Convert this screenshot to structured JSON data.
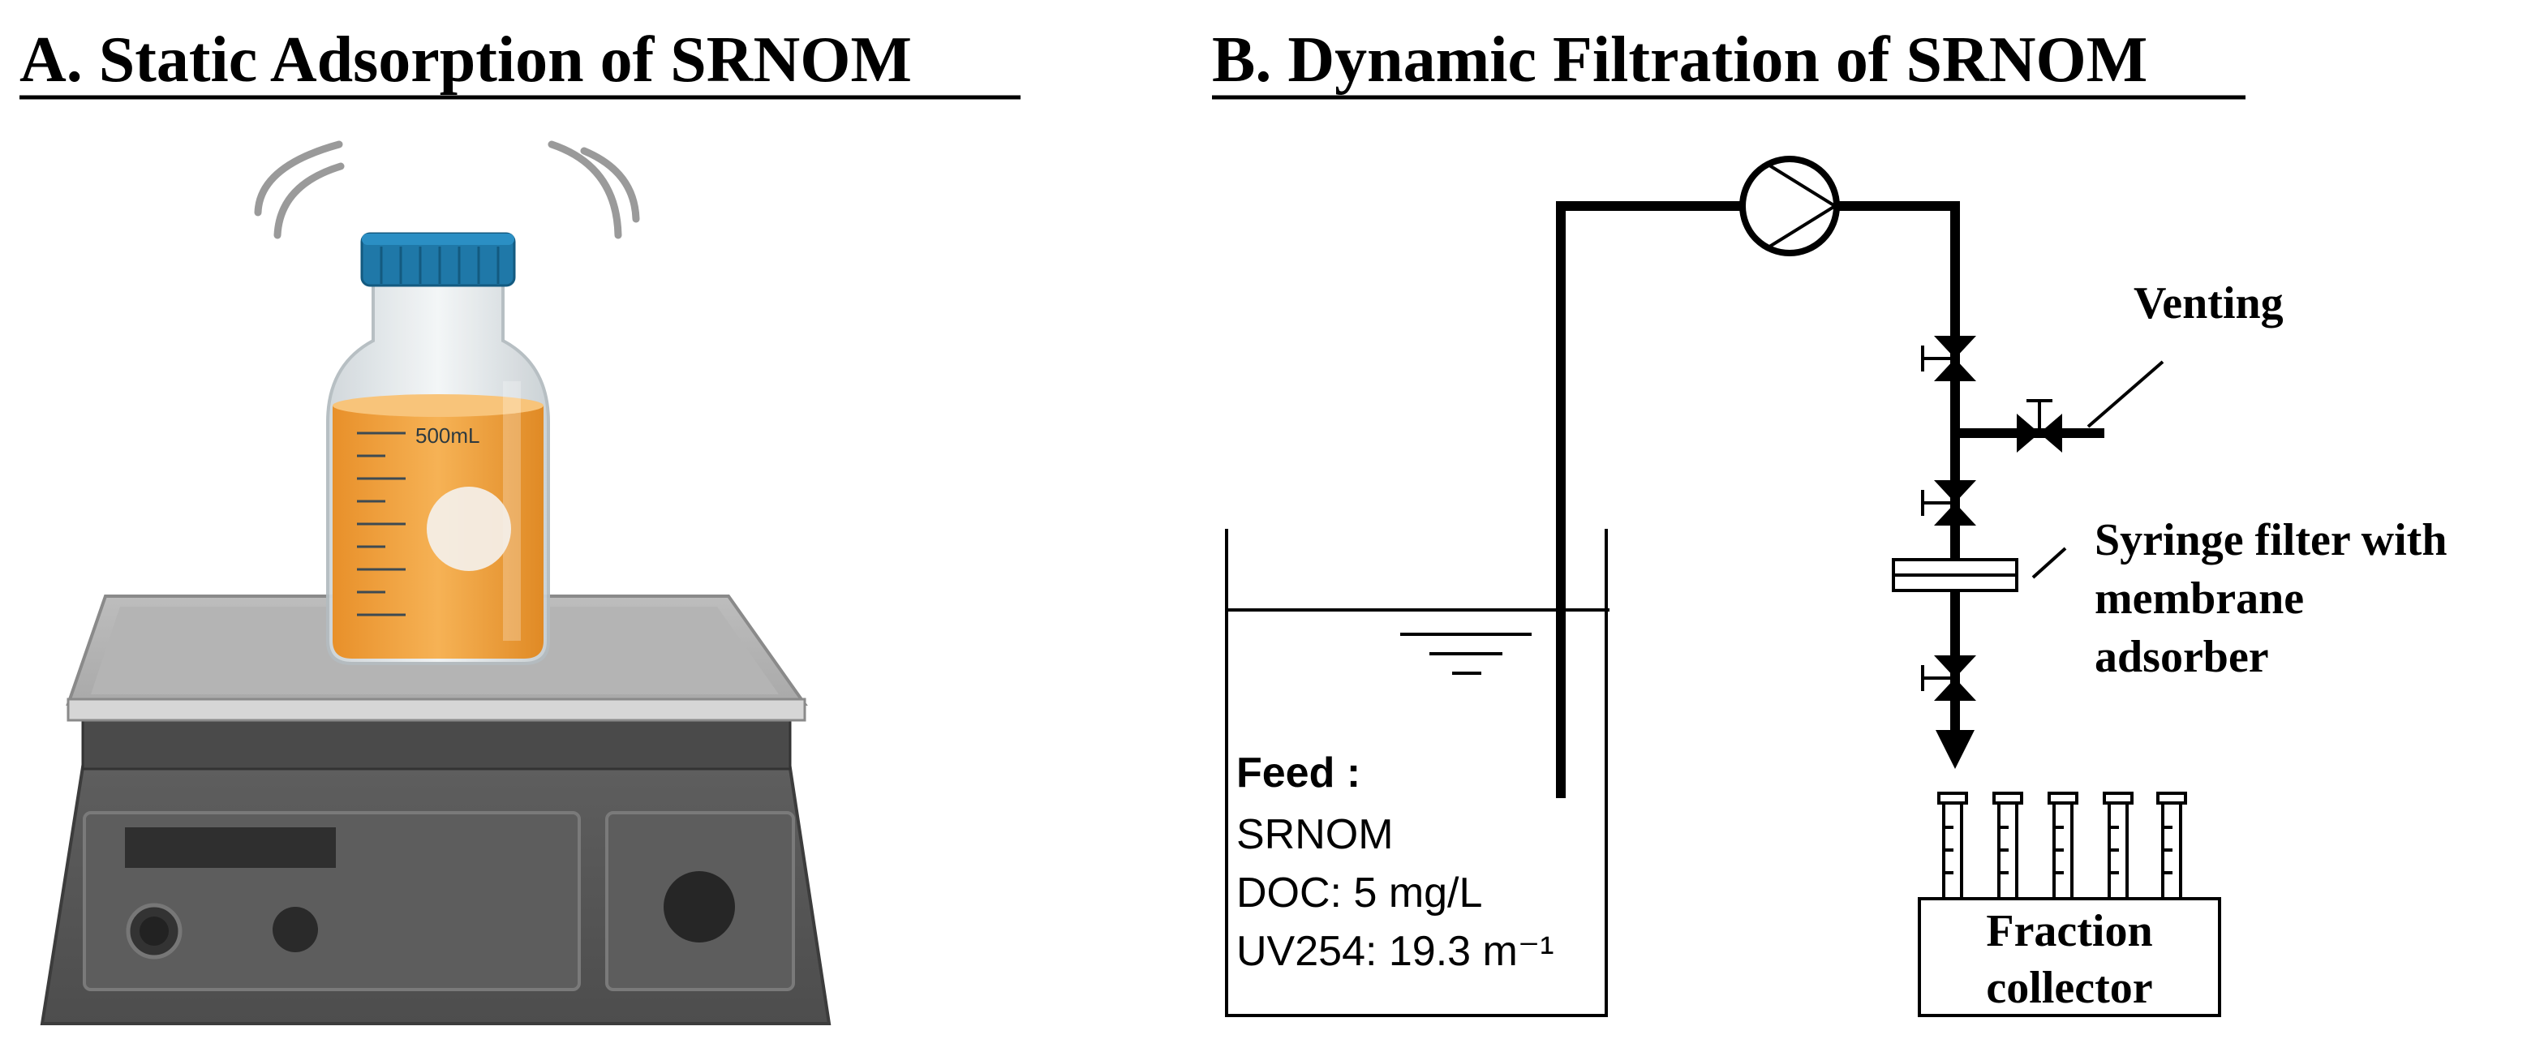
{
  "panel_a": {
    "title": "A. Static Adsorption of SRNOM",
    "bottle_label": "500mL"
  },
  "panel_b": {
    "title": "B. Dynamic Filtration of SRNOM",
    "venting_label": "Venting",
    "filter_label": [
      "Syringe filter with",
      "membrane",
      "adsorber"
    ],
    "collector_label": [
      "Fraction",
      "collector"
    ],
    "feed": {
      "heading": "Feed :",
      "lines": [
        "SRNOM",
        "DOC: 5 mg/L",
        "UV254: 19.3 m⁻¹"
      ]
    }
  },
  "colors": {
    "liquid": "#f2a23a",
    "cap": "#1f78a8",
    "stirrer_body": "#5a5a5a",
    "line": "#000000"
  }
}
